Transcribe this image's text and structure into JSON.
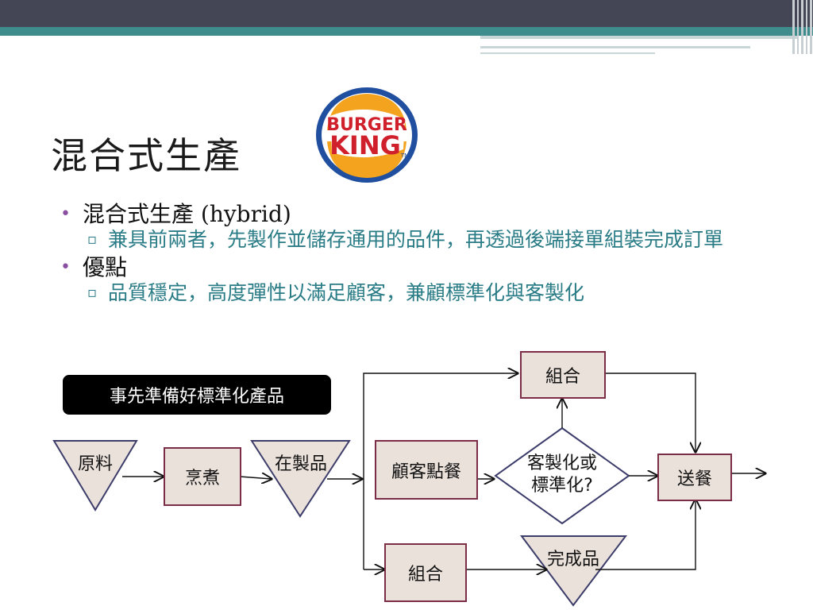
{
  "slide": {
    "title": "混合式生產",
    "logo_text_top": "BURGER",
    "logo_text_bottom": "KING",
    "logo_tm": "TM",
    "bullets": [
      {
        "text": "混合式生產 (hybrid)",
        "sub": "兼具前兩者，先製作並儲存通用的品件，再透過後端接單組裝完成訂單"
      },
      {
        "text": "優點",
        "sub": "品質穩定，高度彈性以滿足顧客，兼顧標準化與客製化"
      }
    ]
  },
  "diagram": {
    "header": "事先準備好標準化產品",
    "raw": "原料",
    "cook": "烹煮",
    "wip": "在製品",
    "order": "顧客點餐",
    "assemble_top": "組合",
    "decision_line1": "客製化或",
    "decision_line2": "標準化?",
    "deliver": "送餐",
    "assemble_bottom": "組合",
    "finished": "完成品"
  },
  "colors": {
    "topbar": "#454655",
    "accent_teal": "#3f8c8c",
    "sub_text": "#2a7c86",
    "bullet_dot": "#8a4fa0",
    "box_fill": "#eae1da",
    "box_border": "#7b2c47"
  }
}
